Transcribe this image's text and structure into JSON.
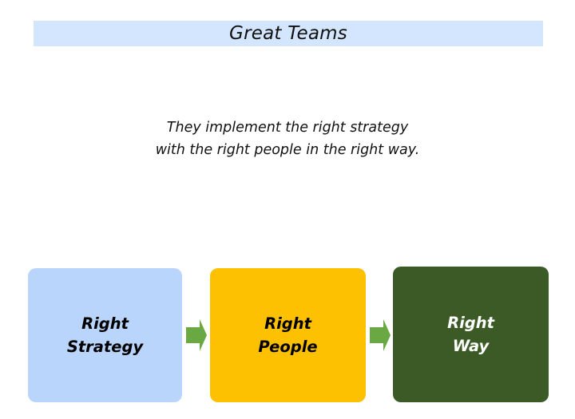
{
  "title": "Great Teams",
  "subtitle": {
    "line1": "They implement the right strategy",
    "line2": "with the right people in the right way."
  },
  "boxes": [
    {
      "line1": "Right",
      "line2": "Strategy",
      "fill": "#b9d5fb",
      "text_color": "#000000"
    },
    {
      "line1": "Right",
      "line2": "People",
      "fill": "#fdc101",
      "text_color": "#000000"
    },
    {
      "line1": "Right",
      "line2": "Way",
      "fill": "#3b5a25",
      "text_color": "#ffffff"
    }
  ],
  "colors": {
    "title_bar": "#d3e6fd",
    "arrow": "#6aa843"
  }
}
